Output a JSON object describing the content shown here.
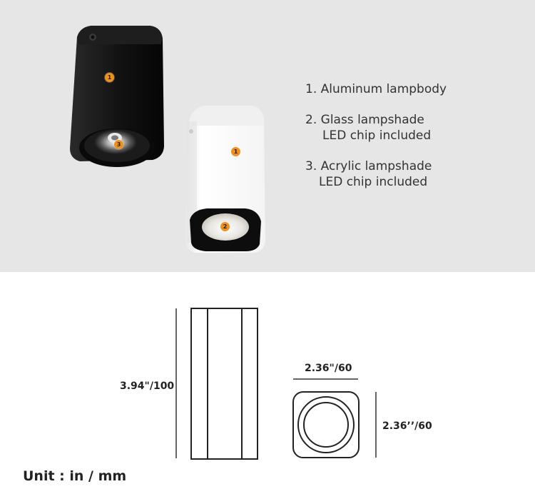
{
  "features": [
    {
      "number": "1.",
      "title": "Aluminum lampbody",
      "sub": ""
    },
    {
      "number": "2.",
      "title": "Glass lampshade",
      "sub": "LED chip included"
    },
    {
      "number": "3.",
      "title": "Acrylic lampshade",
      "sub": "LED chip included"
    }
  ],
  "markers": {
    "black_body": "1",
    "black_lens": "3",
    "white_body": "1",
    "white_lens": "2"
  },
  "dimensions": {
    "height": "3.94\"/100",
    "width": "2.36\"/60",
    "depth": "2.36’’/60"
  },
  "unit": "Unit : in / mm",
  "colors": {
    "top_background": "#e6e6e6",
    "marker": "#f0901e",
    "text": "#333333"
  }
}
